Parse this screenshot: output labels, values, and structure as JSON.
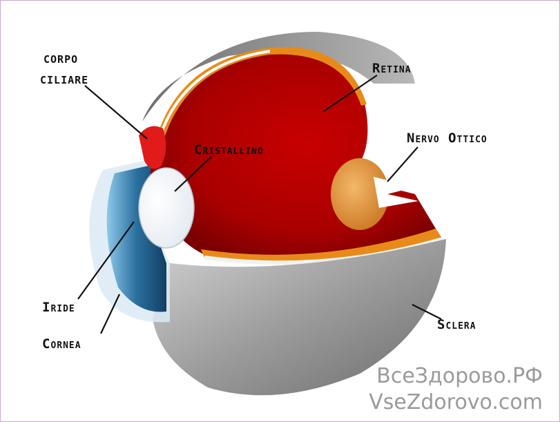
{
  "labels": {
    "corpo_line1": "CORPO",
    "corpo_line2": "CILIARE",
    "retina": "Retina",
    "nervo_ottico": "Nervo Ottico",
    "cristallino": "Cristallino",
    "iride": "Iride",
    "cornea": "Cornea",
    "sclera": "Sclera"
  },
  "watermark": {
    "line1": "ВсеЗдорово.РФ",
    "line2": "VseZdorovo.com"
  },
  "colors": {
    "vitreous": "#b50000",
    "retina_band": "#e88a1a",
    "sclera": "#8e8e8e",
    "iris": "#1e5e8c",
    "lens": "#ffffff",
    "border": "#c7a9cf"
  }
}
